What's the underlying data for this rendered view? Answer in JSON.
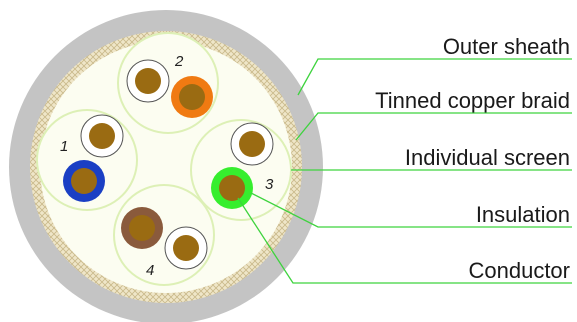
{
  "diagram": {
    "callouts": [
      {
        "key": "sheath",
        "text": "Outer sheath"
      },
      {
        "key": "braid",
        "text": "Tinned copper braid"
      },
      {
        "key": "screen",
        "text": "Individual screen"
      },
      {
        "key": "insulation",
        "text": "Insulation"
      },
      {
        "key": "conductor",
        "text": "Conductor"
      }
    ],
    "pairs": [
      {
        "label": "1",
        "insulation_colors": [
          "#ffffff",
          "#1a3fc4"
        ]
      },
      {
        "label": "2",
        "insulation_colors": [
          "#ffffff",
          "#f07a12"
        ]
      },
      {
        "label": "3",
        "insulation_colors": [
          "#ffffff",
          "#36ee2e"
        ]
      },
      {
        "label": "4",
        "insulation_colors": [
          "#ffffff",
          "#8a5a3c"
        ]
      }
    ],
    "colors": {
      "sheath": "#c4c4c4",
      "braid": "#efe6c8",
      "filler": "#fcfdf1",
      "screen_ring": "#ddf0b6",
      "conductor": "#9a6b12",
      "leader_line": "#3ed33e"
    }
  }
}
